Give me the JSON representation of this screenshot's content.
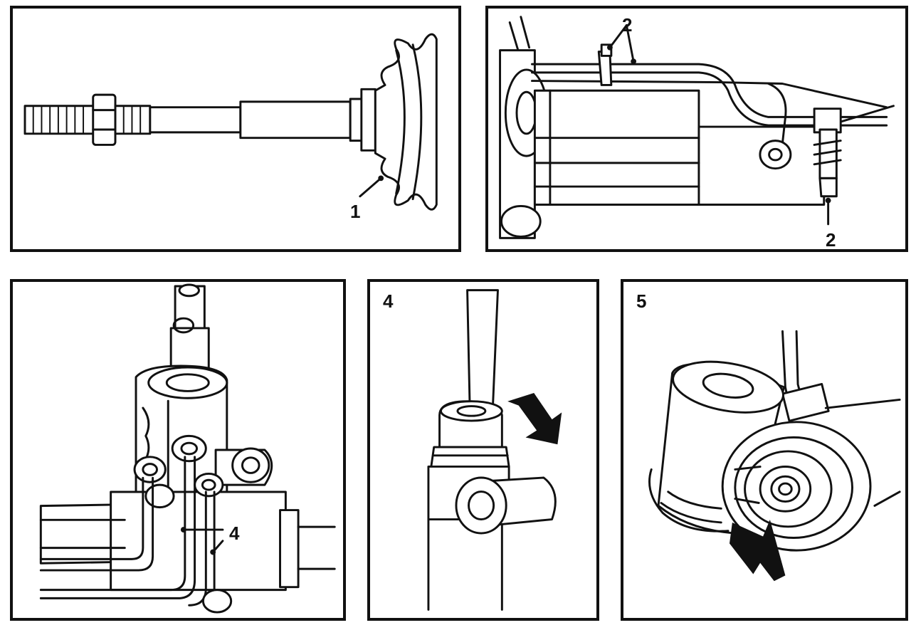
{
  "panels": {
    "p1": {
      "callouts": [
        "1"
      ]
    },
    "p2": {
      "callouts": [
        "2",
        "2"
      ]
    },
    "p3": {
      "callouts": [
        "4",
        "4"
      ]
    },
    "p4": {
      "step": "4"
    },
    "p5": {
      "step": "5"
    }
  },
  "icons": [
    "arrow-icon"
  ],
  "colors": {
    "ink": "#111111",
    "paper": "#ffffff"
  }
}
